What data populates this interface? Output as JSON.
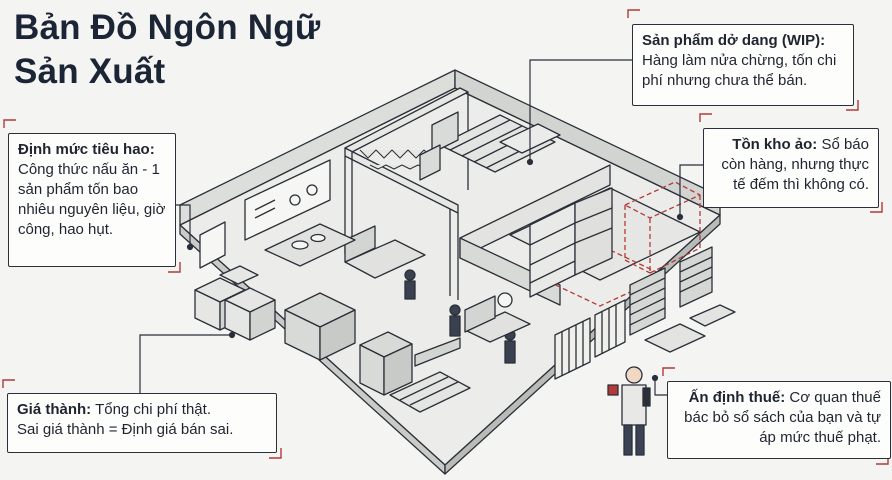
{
  "title": {
    "line1": "Bản Đồ Ngôn Ngữ",
    "line2": "Sản Xuất"
  },
  "callouts": {
    "wip": {
      "term": "Sản phẩm dở dang (WIP):",
      "text": "Hàng làm nửa chừng, tốn chi phí nhưng chưa thể bán."
    },
    "ton_kho_ao": {
      "term": "Tồn kho ảo:",
      "text": "Sổ báo còn hàng, nhưng thực tế đếm thì không có."
    },
    "dinh_muc": {
      "term": "Định mức tiêu hao:",
      "text": "Công thức nấu ăn - 1 sản phẩm tốn bao nhiêu nguyên liệu, giờ công, hao hụt."
    },
    "gia_thanh": {
      "term": "Giá thành:",
      "line1": "Tổng chi phí thật.",
      "line2": "Sai giá thành = Định giá bán sai."
    },
    "thue": {
      "term": "Ấn định thuế:",
      "text": "Cơ quan thuế bác bỏ sổ sách của bạn và tự áp mức thuế phạt."
    }
  },
  "colors": {
    "ink": "#1c2536",
    "accent_red": "#b23a3a",
    "floor": "#e9eae7",
    "wall": "#d7d9d6"
  }
}
